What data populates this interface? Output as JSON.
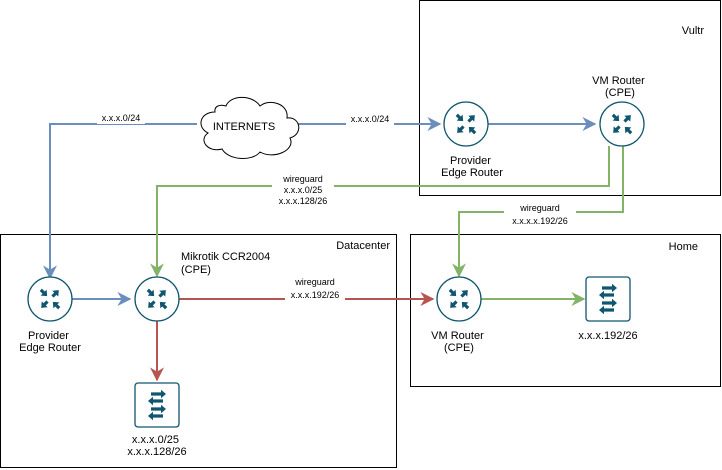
{
  "zones": {
    "vultr": "Vultr",
    "datacenter": "Datacenter",
    "home": "Home"
  },
  "cloud": {
    "label": "INTERNETS"
  },
  "nodes": {
    "vultr_edge": [
      "Provider",
      "Edge Router"
    ],
    "vultr_vm": [
      "VM Router",
      "(CPE)"
    ],
    "dc_edge": [
      "Provider",
      "Edge Router"
    ],
    "dc_mikrotik": [
      "Mikrotik CCR2004",
      "(CPE)"
    ],
    "dc_switch": [
      "x.x.x.0/25",
      "x.x.x.128/26"
    ],
    "home_vm": [
      "VM Router",
      "(CPE)"
    ],
    "home_switch": [
      "x.x.x.192/26"
    ]
  },
  "links": {
    "internet_to_dc": [
      "x.x.x.0/24"
    ],
    "internet_to_vultr": [
      "x.x.x.0/24"
    ],
    "vultr_to_dc": [
      "wireguard",
      "x.x.x.0/25",
      "x.x.x.128/26"
    ],
    "vultr_to_home": [
      "wireguard",
      "x.x.x.x.192/26"
    ],
    "dc_to_home": [
      "wireguard",
      "x.x.x.192/26"
    ]
  },
  "colors": {
    "blue": "#6c8ebf",
    "green": "#82b366",
    "red": "#b85450",
    "icon": "#10566e"
  },
  "icons": {
    "router": "router-icon",
    "switch": "switch-icon",
    "cloud": "cloud-icon"
  }
}
